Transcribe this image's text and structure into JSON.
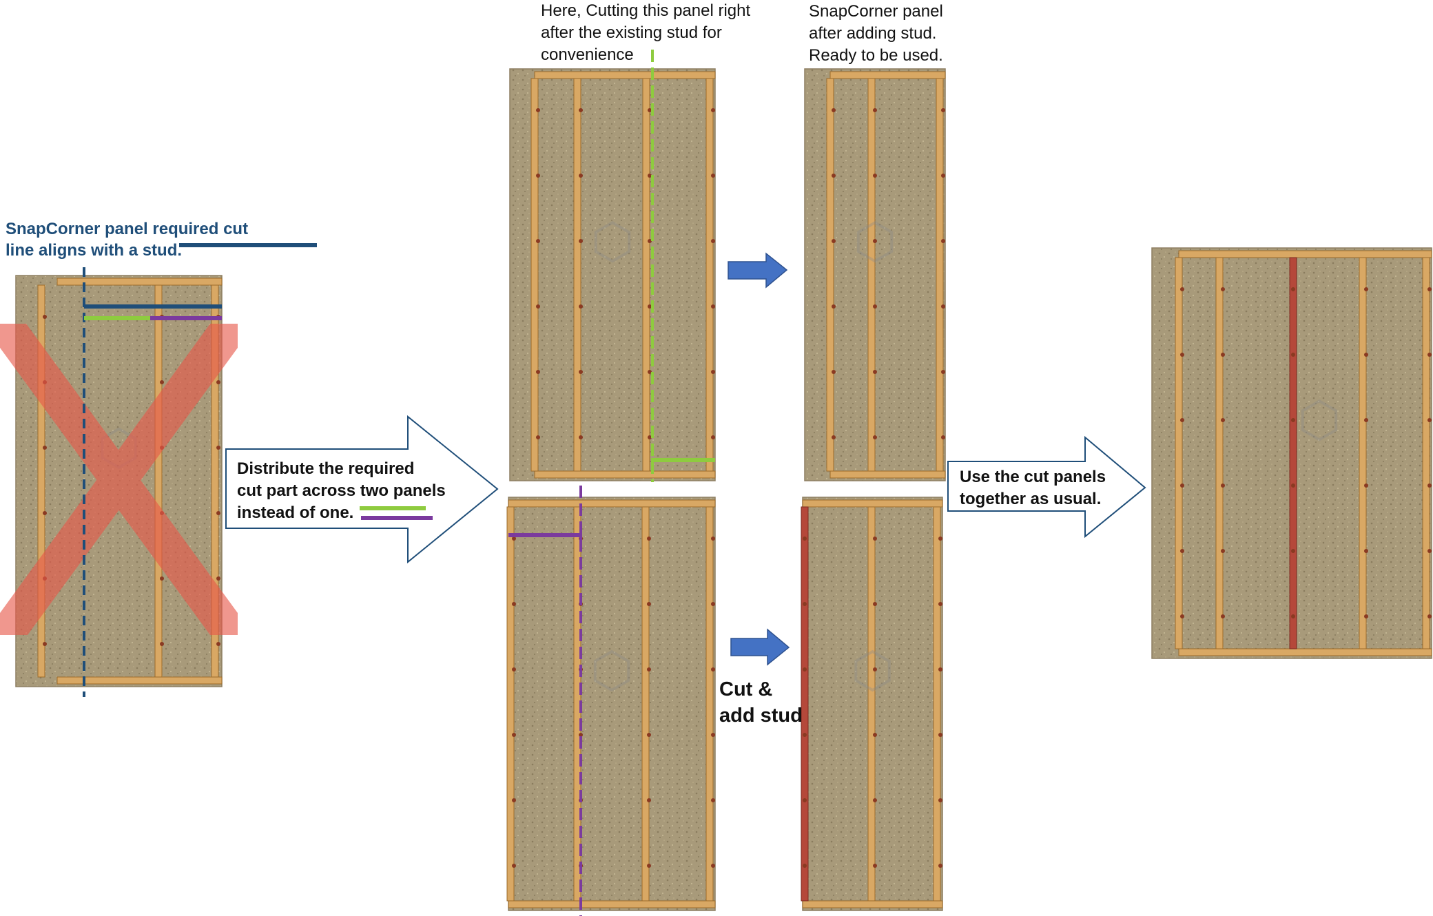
{
  "colors": {
    "osb": "#a89a7a",
    "osb_edge": "#8d7f62",
    "stud": "#d9a864",
    "stud_edge": "#9a6a2a",
    "new_stud": "#b5483a",
    "blue_line": "#1f4e79",
    "green_line": "#8ecb3f",
    "purple_line": "#7b3a9e",
    "x_mark": "#e8584a",
    "arrow_blue": "#4472c4",
    "arrow_outline": "#1f4e79"
  },
  "annotations": {
    "required_cut": [
      "SnapCorner panel required cut",
      "line aligns with a stud."
    ],
    "distribute": [
      "Distribute the required",
      "cut part across two panels",
      "instead of one."
    ],
    "cutting_here": [
      "Here, Cutting this panel right",
      "after the existing stud for",
      "convenience"
    ],
    "after_adding": [
      "SnapCorner panel",
      "after adding stud.",
      "Ready to be used."
    ],
    "cut_add_stud": [
      "Cut &",
      "add stud"
    ],
    "use_together": [
      "Use the cut panels",
      "together as usual."
    ]
  }
}
